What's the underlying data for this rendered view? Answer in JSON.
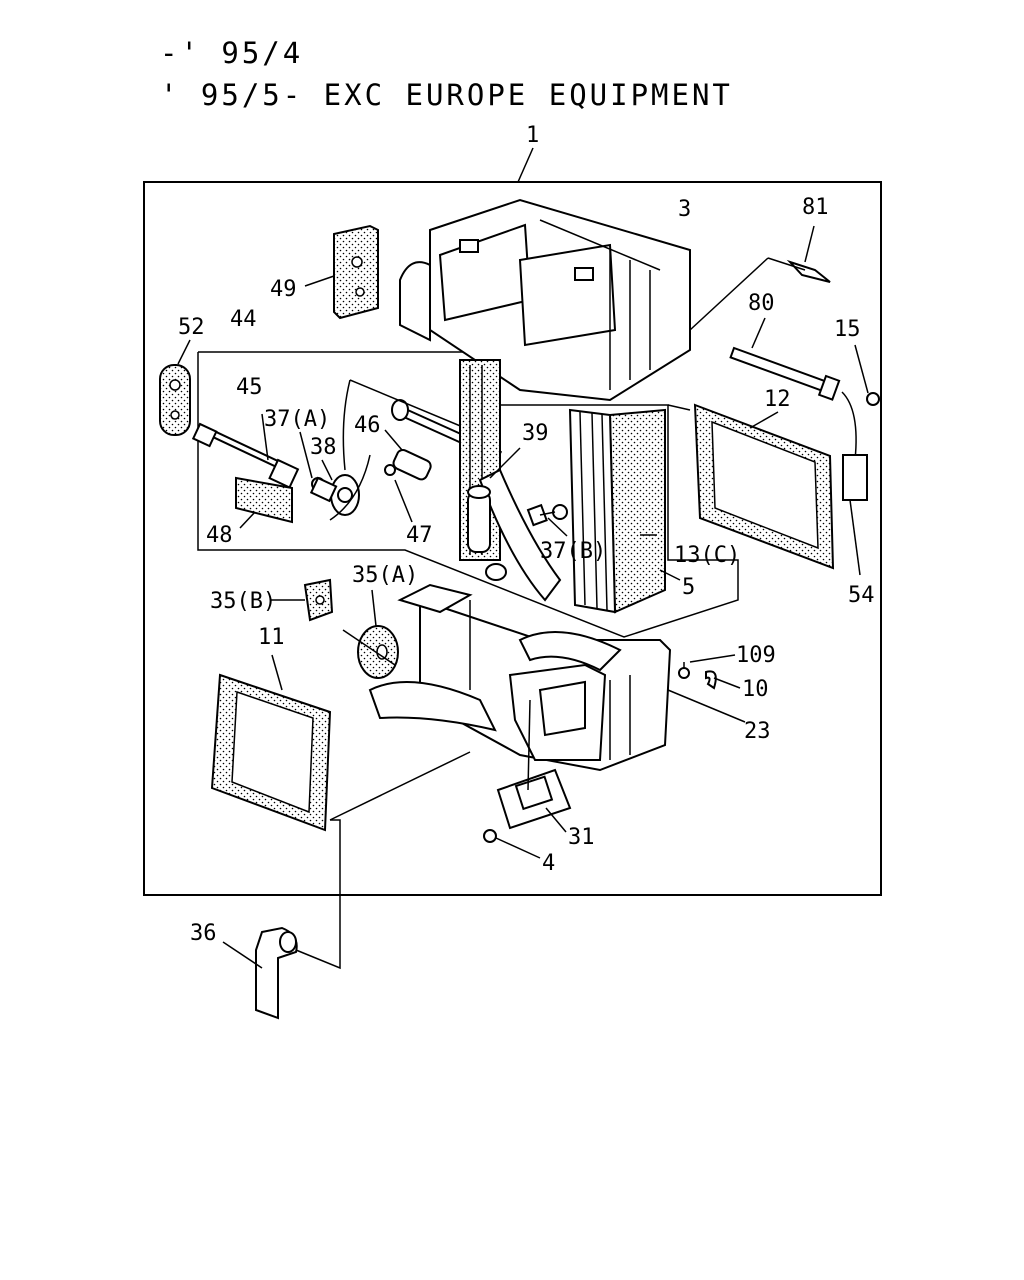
{
  "header": {
    "line1": "-' 95/4",
    "line2": "' 95/5- EXC EUROPE EQUIPMENT"
  },
  "callouts": {
    "c1": "1",
    "c3": "3",
    "c81": "81",
    "c49": "49",
    "c80": "80",
    "c52": "52",
    "c44": "44",
    "c15": "15",
    "c45": "45",
    "c12": "12",
    "c37a": "37(A)",
    "c46": "46",
    "c39": "39",
    "c38": "38",
    "c48": "48",
    "c47": "47",
    "c37b": "37(B)",
    "c13c": "13(C)",
    "c5": "5",
    "c54": "54",
    "c35a": "35(A)",
    "c35b": "35(B)",
    "c11": "11",
    "c109": "109",
    "c10": "10",
    "c23": "23",
    "c31": "31",
    "c4": "4",
    "c36": "36"
  }
}
